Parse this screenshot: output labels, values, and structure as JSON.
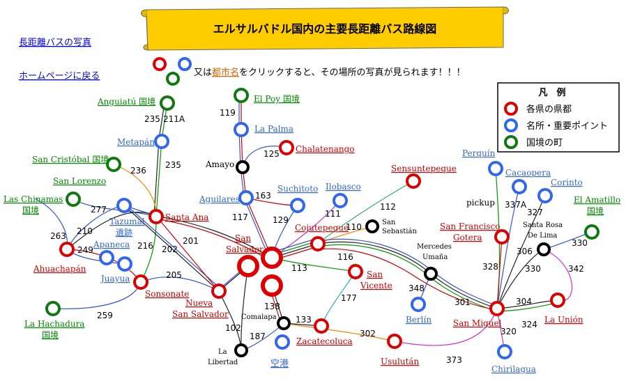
{
  "banner": {
    "title": "エルサルバドル国内の主要長距離バス路線図"
  },
  "nav": {
    "photos": "長距離バスの写真",
    "home": "ホームページに戻る"
  },
  "instruction": {
    "prefix": "又は",
    "link": "都市名",
    "suffix": "をクリックすると、その場所の写真が見られます！！！"
  },
  "legend": {
    "title": "凡　例",
    "items": [
      {
        "label": "各県の県都",
        "color": "#dd0000"
      },
      {
        "label": "名所・重要ポイント",
        "color": "#3366ee"
      },
      {
        "label": "国境の町",
        "color": "#117711"
      }
    ]
  },
  "places": {
    "anguiatu": "Anguiatú 国境",
    "elpoy": "El Poy 国境",
    "lapalma": "La Palma",
    "chalatenango": "Chalatenango",
    "amayo": "Amayo",
    "metapan": "Metapán",
    "sancristobal": "San Cristóbal 国境",
    "sanlorenzo": "San Lorenzo",
    "laschinamas1": "Las Chinamas",
    "laschinamas2": "国境",
    "tazumal1": "Tazumal",
    "tazumal2": "遺跡",
    "santaana": "Santa Ana",
    "ahuachapan": "Ahuachapán",
    "apaneca": "Apaneca",
    "juayua": "Juayua",
    "sonsonate": "Sonsonate",
    "lahachadura1": "La Hachadura",
    "lahachadura2": "国境",
    "aguilares": "Aguilares",
    "suchitoto": "Suchitoto",
    "ilobasco": "Ilobasco",
    "sensuntepeque": "Sensuntepeque",
    "sansebastian1": "San",
    "sansebastian2": "Sebastián",
    "cojutepeque": "Cojutepeque",
    "sansalvador1": "San",
    "sansalvador2": "Salvador",
    "nuevass1": "Nueva",
    "nuevass2": "San Salvador",
    "comalapa": "Comalapa",
    "aeropuerto": "空港",
    "lalibertad1": "La",
    "lalibertad2": "Libertad",
    "zacatecoluca": "Zacatecoluca",
    "sanvicente1": "San",
    "sanvicente2": "Vicente",
    "usulutan": "Usulután",
    "berlin": "Berlín",
    "mercedes1": "Mercedes",
    "mercedes2": "Umaña",
    "sanmiguel": "San Miguel",
    "perquin": "Perquín",
    "cacaopera": "Cacaopera",
    "corinto": "Corinto",
    "pickup": "pickup",
    "sanfrancisco1": "San Francisco",
    "sanfrancisco2": "Gotera",
    "santarosa1": "Santa Rosa",
    "santarosa2": "De Lima",
    "elamatillo1": "El Amatillo",
    "elamatillo2": "国境",
    "launion": "La Unión",
    "chirilagua": "Chirilagua"
  },
  "routes": {
    "r235a": "235",
    "r211a": "211A",
    "r119": "119",
    "r125": "125",
    "r235b": "235",
    "r236": "236",
    "r163": "163",
    "r277": "277",
    "r210": "210",
    "r263": "263",
    "r249": "249",
    "r216": "216",
    "r202": "202",
    "r201": "201",
    "r117": "117",
    "r129": "129",
    "r111": "111",
    "r112": "112",
    "r110": "110",
    "r113": "113",
    "r116": "116",
    "r205": "205",
    "r259": "259",
    "r138": "138",
    "r133": "133",
    "r177": "177",
    "r102": "102",
    "r187": "187",
    "r302": "302",
    "r373": "373",
    "r348": "348",
    "r301": "301",
    "r328": "328",
    "r337a": "337A",
    "r327": "327",
    "r306": "306",
    "r330a": "330",
    "r330b": "330",
    "r342": "342",
    "r304": "304",
    "r324": "324",
    "r320": "320"
  }
}
